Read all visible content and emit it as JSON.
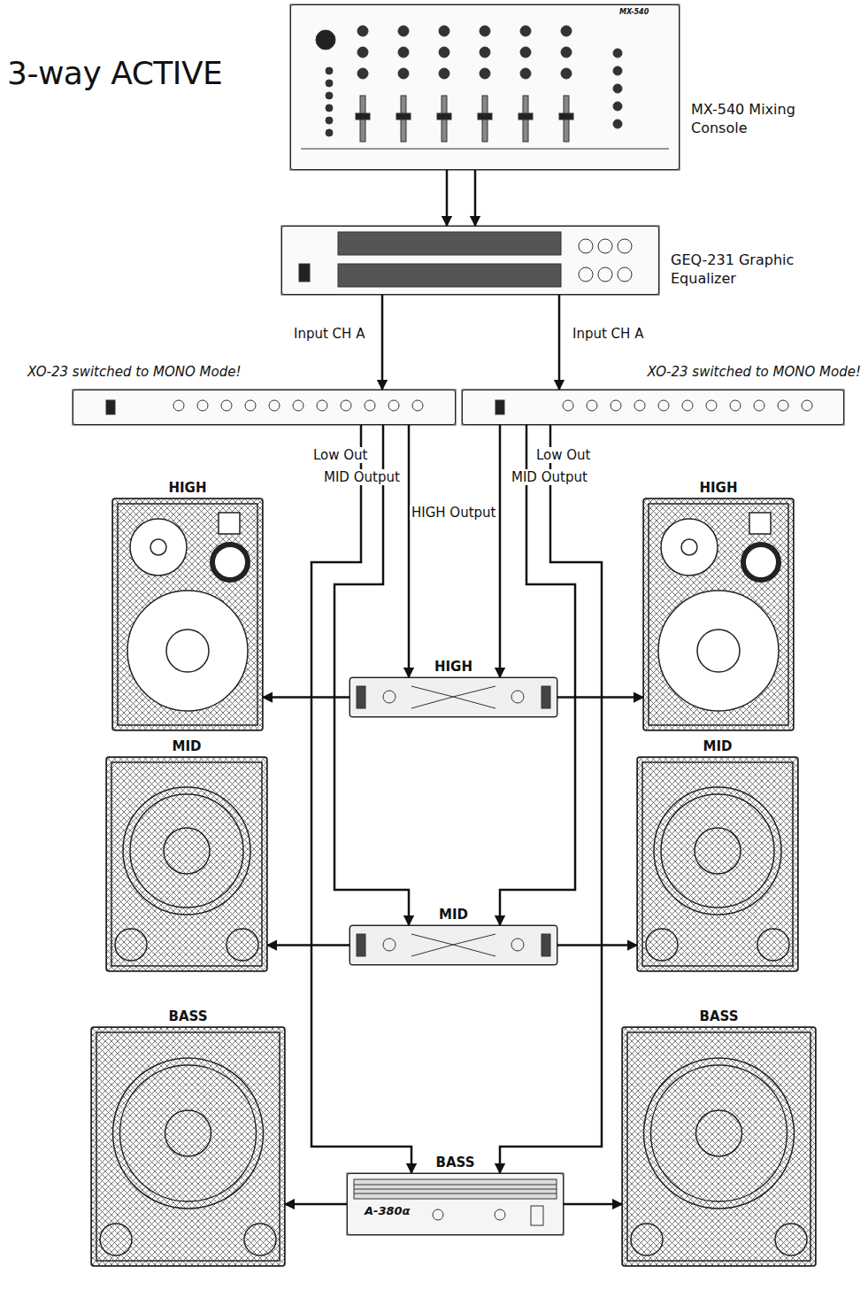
{
  "diagram": {
    "title": "3-way ACTIVE",
    "nodes": [
      {
        "text": [
          "MX-540 Mixing Console"
        ]
      },
      {
        "text": [
          "GEQ-231 Graphic Equalizer"
        ]
      },
      {
        "text": [
          "XO-23 switched to MONO Mode!"
        ]
      },
      {
        "text": [
          "XO-23 switched to MONO Mode!"
        ]
      },
      {
        "text": [
          "HIGH"
        ]
      },
      {
        "text": [
          "HIGH"
        ]
      },
      {
        "text": [
          "HIGH"
        ]
      },
      {
        "text": [
          "MID"
        ]
      },
      {
        "text": [
          "MID"
        ]
      },
      {
        "text": [
          "MID"
        ]
      },
      {
        "text": [
          "BASS"
        ]
      },
      {
        "text": [
          "BASS"
        ]
      },
      {
        "text": [
          "BASS"
        ]
      }
    ],
    "edges": [
      {
        "from": 0,
        "to": 1,
        "arrow": "to"
      },
      {
        "from": 0,
        "to": 1,
        "arrow": "to"
      },
      {
        "from": 1,
        "to": 2,
        "label": "Input CH A",
        "arrow": "to"
      },
      {
        "from": 1,
        "to": 3,
        "label": "Input CH A",
        "arrow": "to"
      },
      {
        "from": 2,
        "to": 11,
        "label": "Low Out",
        "arrow": "to"
      },
      {
        "from": 2,
        "to": 8,
        "label": "MID Output",
        "arrow": "to"
      },
      {
        "from": 2,
        "to": 5,
        "label": "HIGH Output",
        "arrow": "to"
      },
      {
        "from": 3,
        "to": 11,
        "label": "Low Out",
        "arrow": "to"
      },
      {
        "from": 3,
        "to": 8,
        "label": "MID Output",
        "arrow": "to"
      },
      {
        "from": 3,
        "to": 5,
        "arrow": "to"
      },
      {
        "from": 5,
        "to": 4,
        "arrow": "to"
      },
      {
        "from": 5,
        "to": 6,
        "arrow": "to"
      },
      {
        "from": 8,
        "to": 7,
        "arrow": "to"
      },
      {
        "from": 8,
        "to": 9,
        "arrow": "to"
      },
      {
        "from": 11,
        "to": 10,
        "arrow": "to"
      },
      {
        "from": 11,
        "to": 12,
        "arrow": "to"
      }
    ],
    "labels": [
      "MX-540",
      "A-380α"
    ]
  }
}
